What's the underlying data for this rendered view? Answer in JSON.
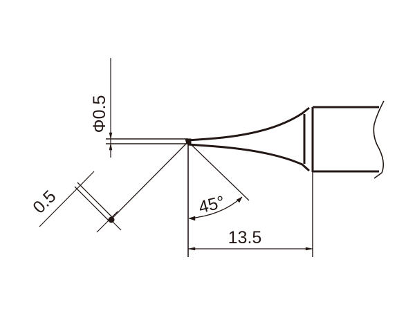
{
  "drawing": {
    "title": "Soldering tip dimension drawing",
    "stroke_color": "#231815",
    "background": "#ffffff"
  },
  "dimensions": {
    "tip_diameter": "Φ0.5",
    "tip_width": "0.5",
    "angle": "45°",
    "length": "13.5"
  }
}
